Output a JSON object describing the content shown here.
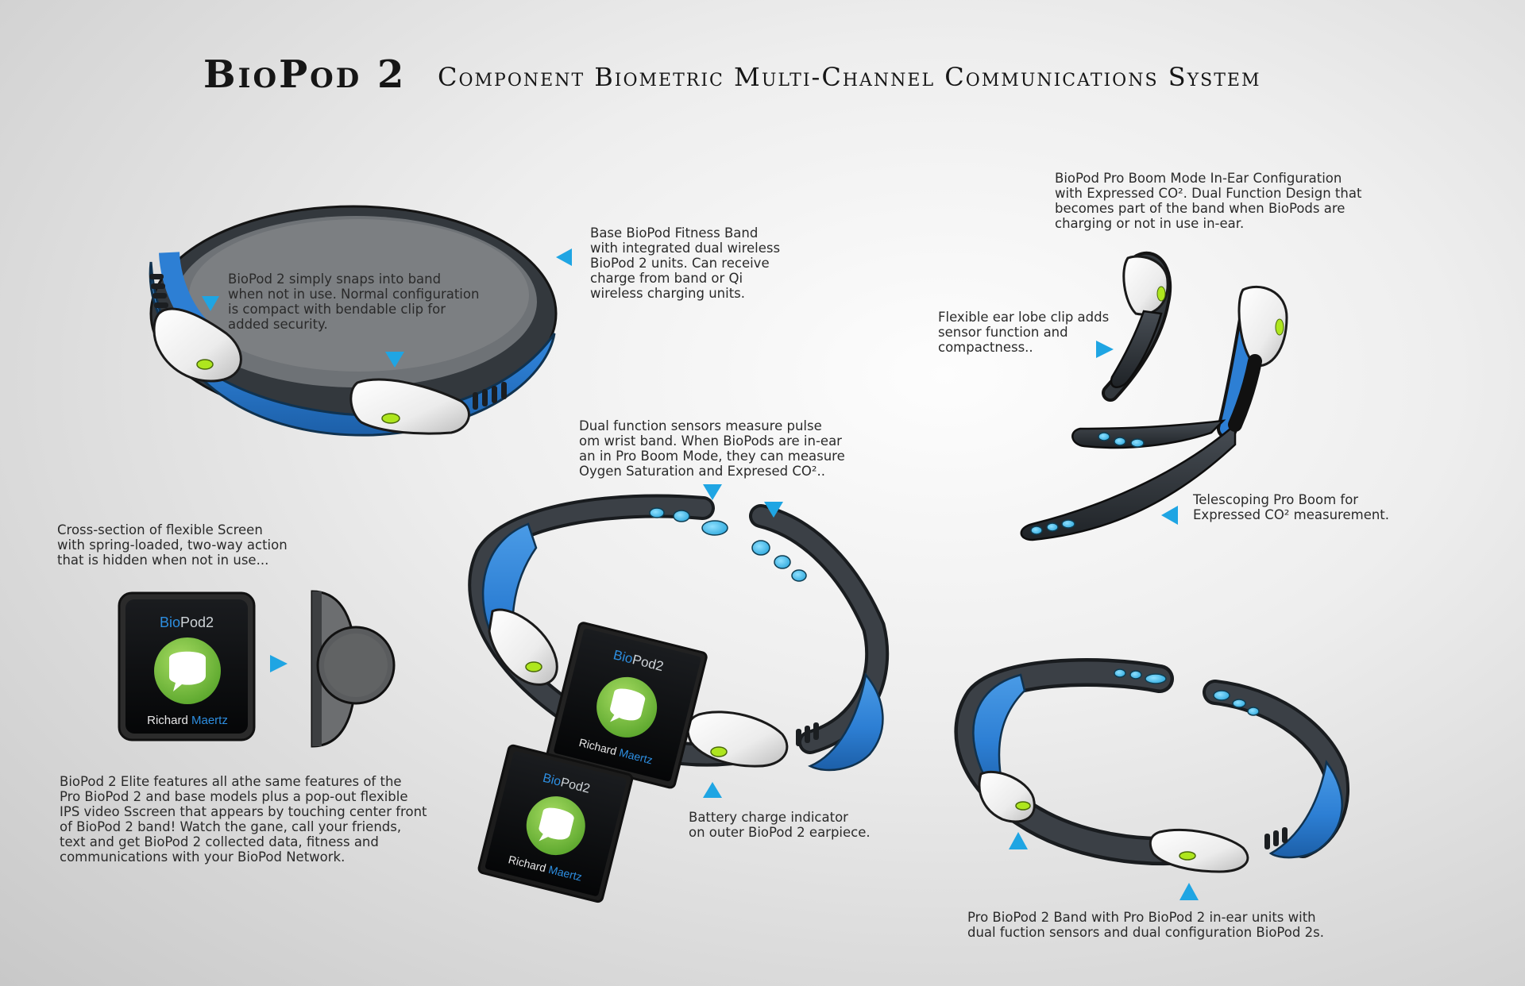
{
  "header": {
    "title": "BioPod 2",
    "subtitle": "Component Biometric Multi-Channel Communications System"
  },
  "notes": {
    "snap_in": "BioPod 2 simply snaps into band\nwhen not in use. Normal configuration\nis compact with bendable clip for\nadded security.",
    "base_band": "Base BioPod Fitness Band\nwith integrated dual wireless\nBioPod 2 units. Can receive\ncharge from band or Qi\nwireless charging units.",
    "boom_mode": "BioPod Pro Boom Mode In-Ear Configuration\nwith Expressed CO². Dual Function Design that\nbecomes part of the band when BioPods are\ncharging or not in use in-ear.",
    "ear_clip": "Flexible ear lobe clip adds\nsensor function and\ncompactness..",
    "dual_sensors": "Dual function sensors measure pulse\nom wrist band. When BioPods are in-ear\nan in Pro Boom Mode, they can measure\nOygen Saturation and Expresed CO²..",
    "telescoping": "Telescoping Pro Boom for\nExpressed CO² measurement.",
    "cross_section": "Cross-section of flexible Screen\nwith spring-loaded, two-way action\nthat is hidden when not in use...",
    "elite": "BioPod 2 Elite features all athe same features of the\nPro BioPod 2 and base models plus a pop-out flexible\nIPS video Sscreen that appears by touching center front\nof BioPod 2 band! Watch the gane, call your friends,\ntext and get BioPod 2 collected data, fitness and\ncommunications with your BioPod Network.",
    "battery": "Battery charge indicator\non outer  BioPod 2 earpiece.",
    "pro_band": "Pro BioPod 2 Band with Pro BioPod 2 in-ear units with\ndual fuction sensors and dual configuration BioPod 2s."
  },
  "screen": {
    "brand_a": "Bio",
    "brand_b": "Pod2",
    "name_a": "Richard ",
    "name_b": "Maertz"
  },
  "colors": {
    "band_blue": "#2d7fd4",
    "band_dark": "#2e3338",
    "pod_white": "#f4f4f4",
    "led_green": "#aee61e",
    "sensor_cyan": "#3db8e8",
    "arrow_blue": "#1fa5e3",
    "message_green": "#7dc243"
  },
  "icons": {
    "arrow": "triangle-pointer-icon",
    "message": "speech-bubble-icon"
  }
}
